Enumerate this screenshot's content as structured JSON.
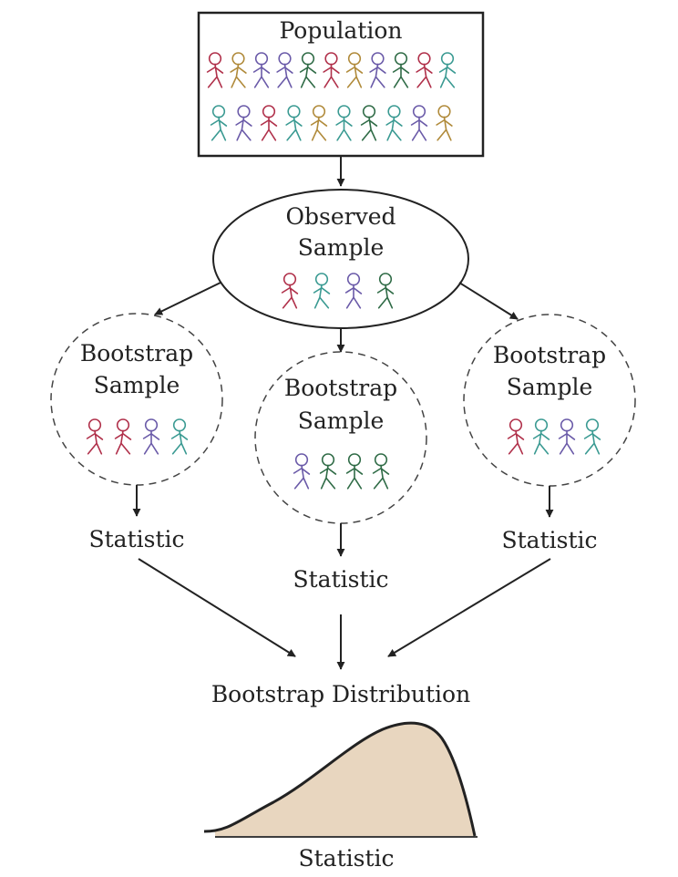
{
  "colors": {
    "red": "#b0304a",
    "gold": "#b08a3a",
    "purple": "#6a5aa8",
    "teal": "#3a9a92",
    "green": "#2f6b46",
    "curve_fill": "#e8d6bf",
    "ink": "#222222"
  },
  "population": {
    "title": "Population",
    "people_row1": [
      "red",
      "gold",
      "purple",
      "purple",
      "green",
      "red",
      "gold",
      "purple",
      "green",
      "red",
      "teal"
    ],
    "people_row2": [
      "teal",
      "purple",
      "red",
      "teal",
      "gold",
      "teal",
      "green",
      "teal",
      "purple",
      "gold"
    ]
  },
  "observed": {
    "line1": "Observed",
    "line2": "Sample",
    "people": [
      "red",
      "teal",
      "purple",
      "green"
    ]
  },
  "bootstrap_samples": [
    {
      "line1": "Bootstrap",
      "line2": "Sample",
      "people": [
        "red",
        "red",
        "purple",
        "teal"
      ],
      "statistic": "Statistic"
    },
    {
      "line1": "Bootstrap",
      "line2": "Sample",
      "people": [
        "purple",
        "green",
        "green",
        "green"
      ],
      "statistic": "Statistic"
    },
    {
      "line1": "Bootstrap",
      "line2": "Sample",
      "people": [
        "red",
        "teal",
        "purple",
        "teal"
      ],
      "statistic": "Statistic"
    }
  ],
  "distribution": {
    "title": "Bootstrap Distribution",
    "axis_label": "Statistic"
  }
}
